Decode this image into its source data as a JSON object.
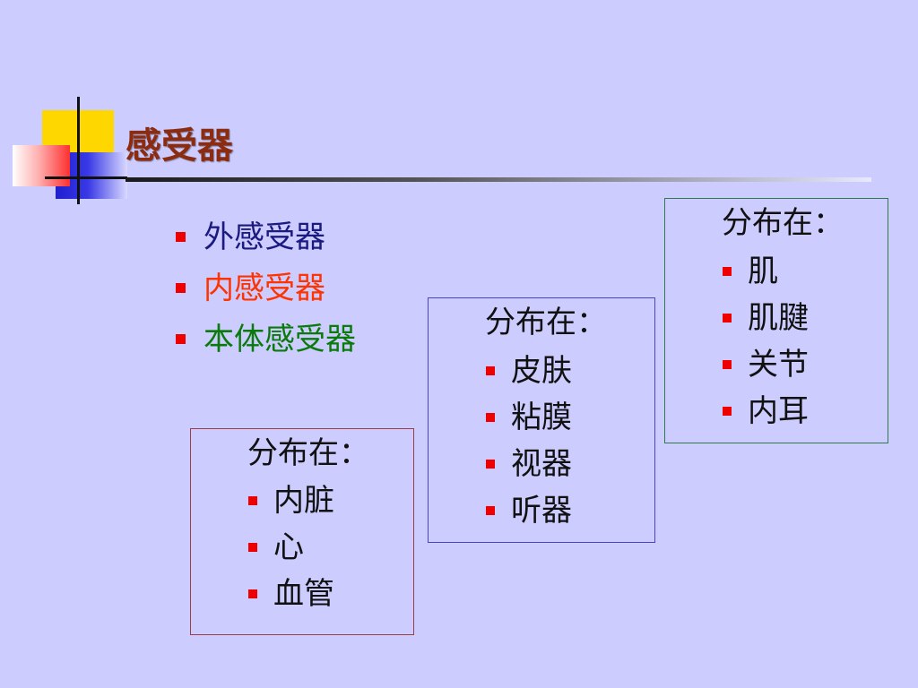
{
  "slide": {
    "title": "感受器"
  },
  "receptor_types": [
    {
      "label": "外感受器",
      "color": "#1a1a80"
    },
    {
      "label": "内感受器",
      "color": "#ff3300"
    },
    {
      "label": "本体感受器",
      "color": "#0a7a0a"
    }
  ],
  "interoceptor_box": {
    "heading": "分布在：",
    "items": [
      "内脏",
      "心",
      "血管"
    ],
    "border_color": "#9b3b4b"
  },
  "exteroceptor_box": {
    "heading": "分布在：",
    "items": [
      "皮肤",
      "粘膜",
      "视器",
      "听器"
    ],
    "border_color": "#4646c8"
  },
  "proprioceptor_box": {
    "heading": "分布在：",
    "items": [
      "肌",
      "肌腱",
      "关节",
      "内耳"
    ],
    "border_color": "#2e7a4e"
  },
  "colors": {
    "background": "#ccccff",
    "title": "#8b2c10",
    "bullet": "#ee0000"
  }
}
